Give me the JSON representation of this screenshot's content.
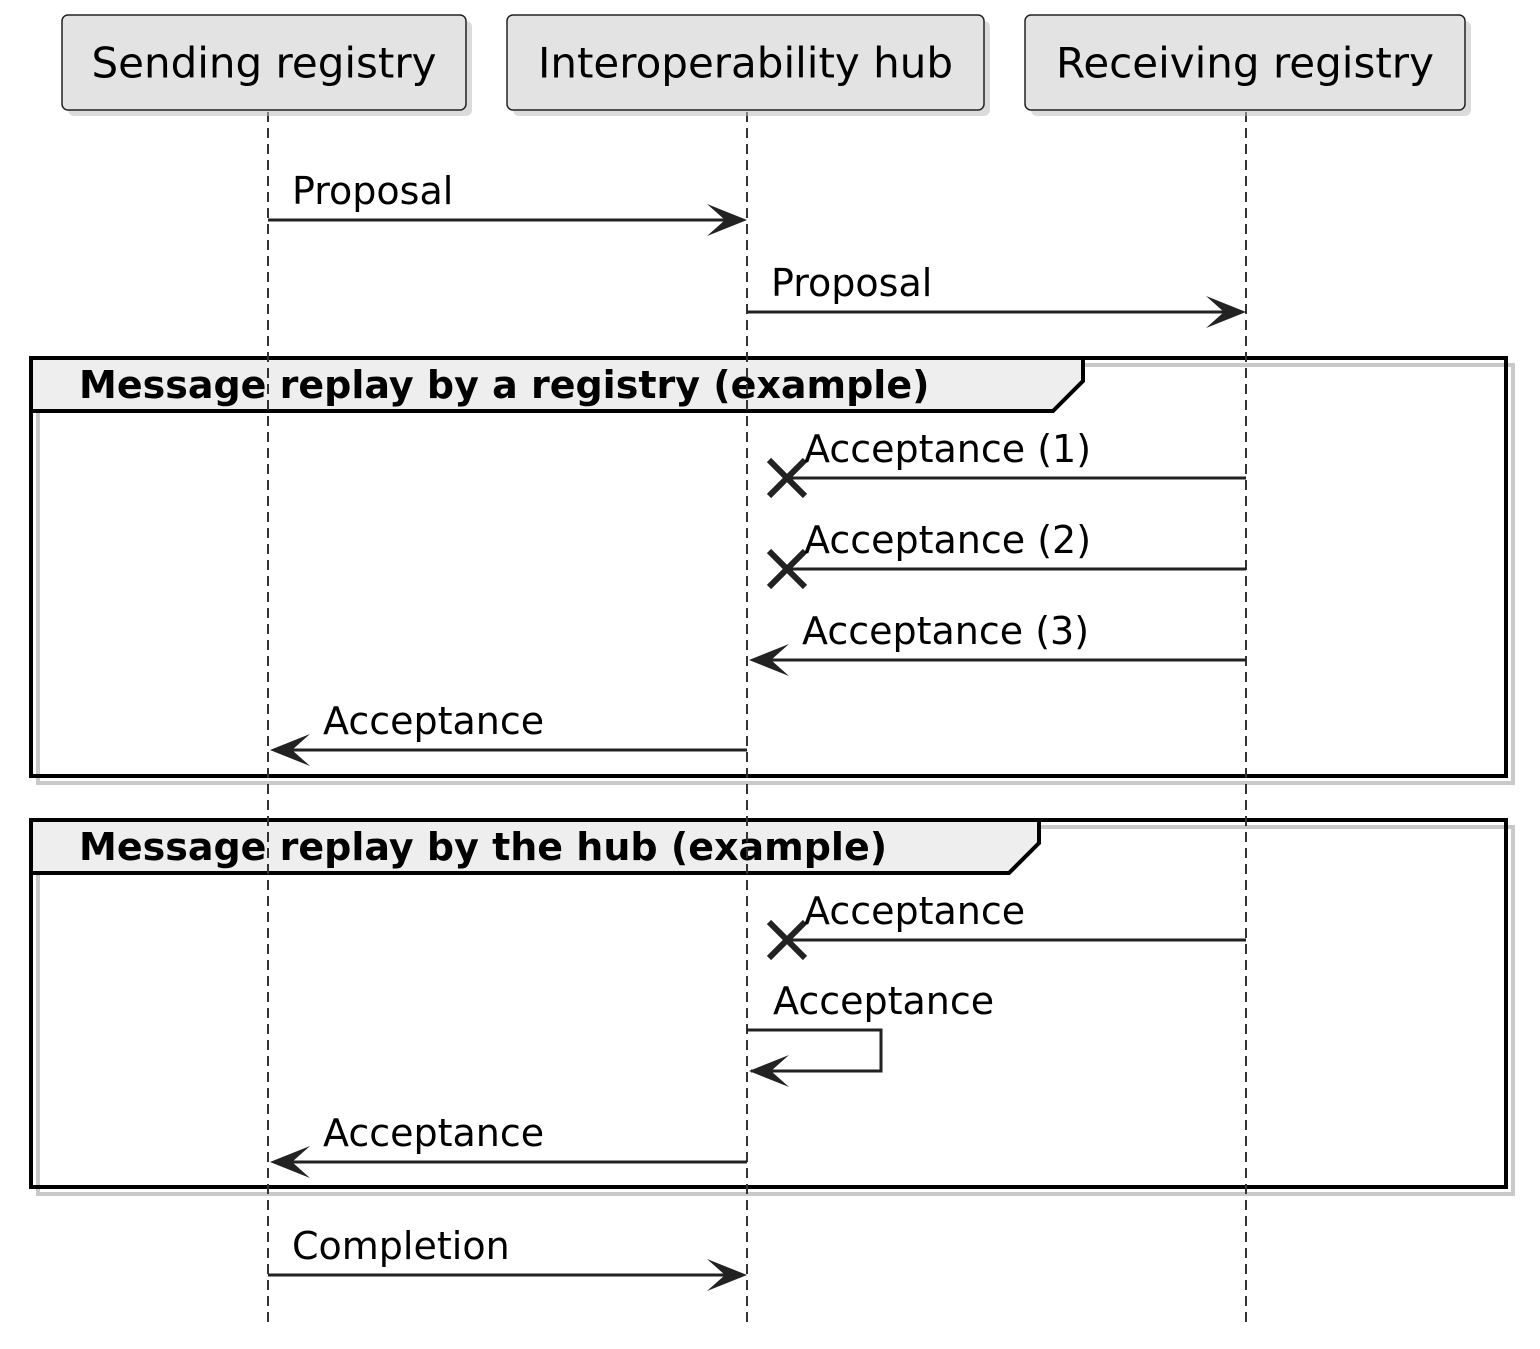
{
  "participants": [
    {
      "id": "sender",
      "label": "Sending registry"
    },
    {
      "id": "hub",
      "label": "Interoperability hub"
    },
    {
      "id": "receiver",
      "label": "Receiving registry"
    }
  ],
  "messages": [
    {
      "from": "sender",
      "to": "hub",
      "label": "Proposal",
      "kind": "normal"
    },
    {
      "from": "hub",
      "to": "receiver",
      "label": "Proposal",
      "kind": "normal"
    },
    {
      "from": "receiver",
      "to": "hub",
      "label": "Acceptance (1)",
      "kind": "lost"
    },
    {
      "from": "receiver",
      "to": "hub",
      "label": "Acceptance (2)",
      "kind": "lost"
    },
    {
      "from": "receiver",
      "to": "hub",
      "label": "Acceptance (3)",
      "kind": "normal"
    },
    {
      "from": "hub",
      "to": "sender",
      "label": "Acceptance",
      "kind": "normal"
    },
    {
      "from": "receiver",
      "to": "hub",
      "label": "Acceptance",
      "kind": "lost"
    },
    {
      "from": "hub",
      "to": "hub",
      "label": "Acceptance",
      "kind": "self"
    },
    {
      "from": "hub",
      "to": "sender",
      "label": "Acceptance",
      "kind": "normal"
    },
    {
      "from": "sender",
      "to": "hub",
      "label": "Completion",
      "kind": "normal"
    }
  ],
  "groups": [
    {
      "label": "Message replay by a registry (example)",
      "first_message": 2,
      "last_message": 5
    },
    {
      "label": "Message replay by the hub (example)",
      "first_message": 6,
      "last_message": 8
    }
  ],
  "colors": {
    "participant_fill": "#e3e3e3",
    "group_tab_fill": "#eeeeee",
    "line": "#222222"
  }
}
